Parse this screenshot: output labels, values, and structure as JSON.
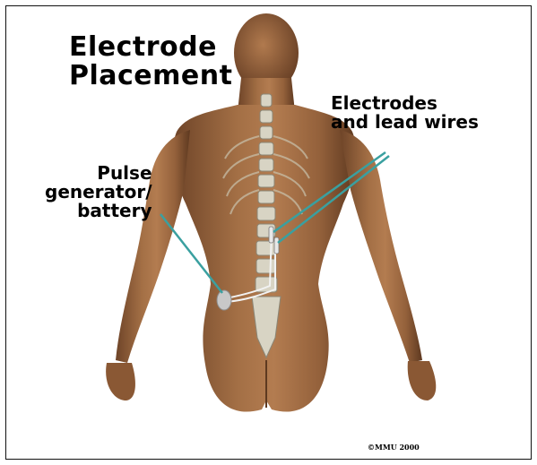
{
  "title": "Electrode\nPlacement",
  "labels": {
    "electrodes": "Electrodes\nand lead wires",
    "pulse_generator": "Pulse\ngenerator/\nbattery"
  },
  "copyright": "©MMU 2000",
  "colors": {
    "skin": "#a36f45",
    "skin_dark": "#6e4428",
    "spine": "#d8d4c4",
    "leader_line": "#3aa0a0",
    "generator": "#c8c8c8",
    "frame": "#111111"
  }
}
